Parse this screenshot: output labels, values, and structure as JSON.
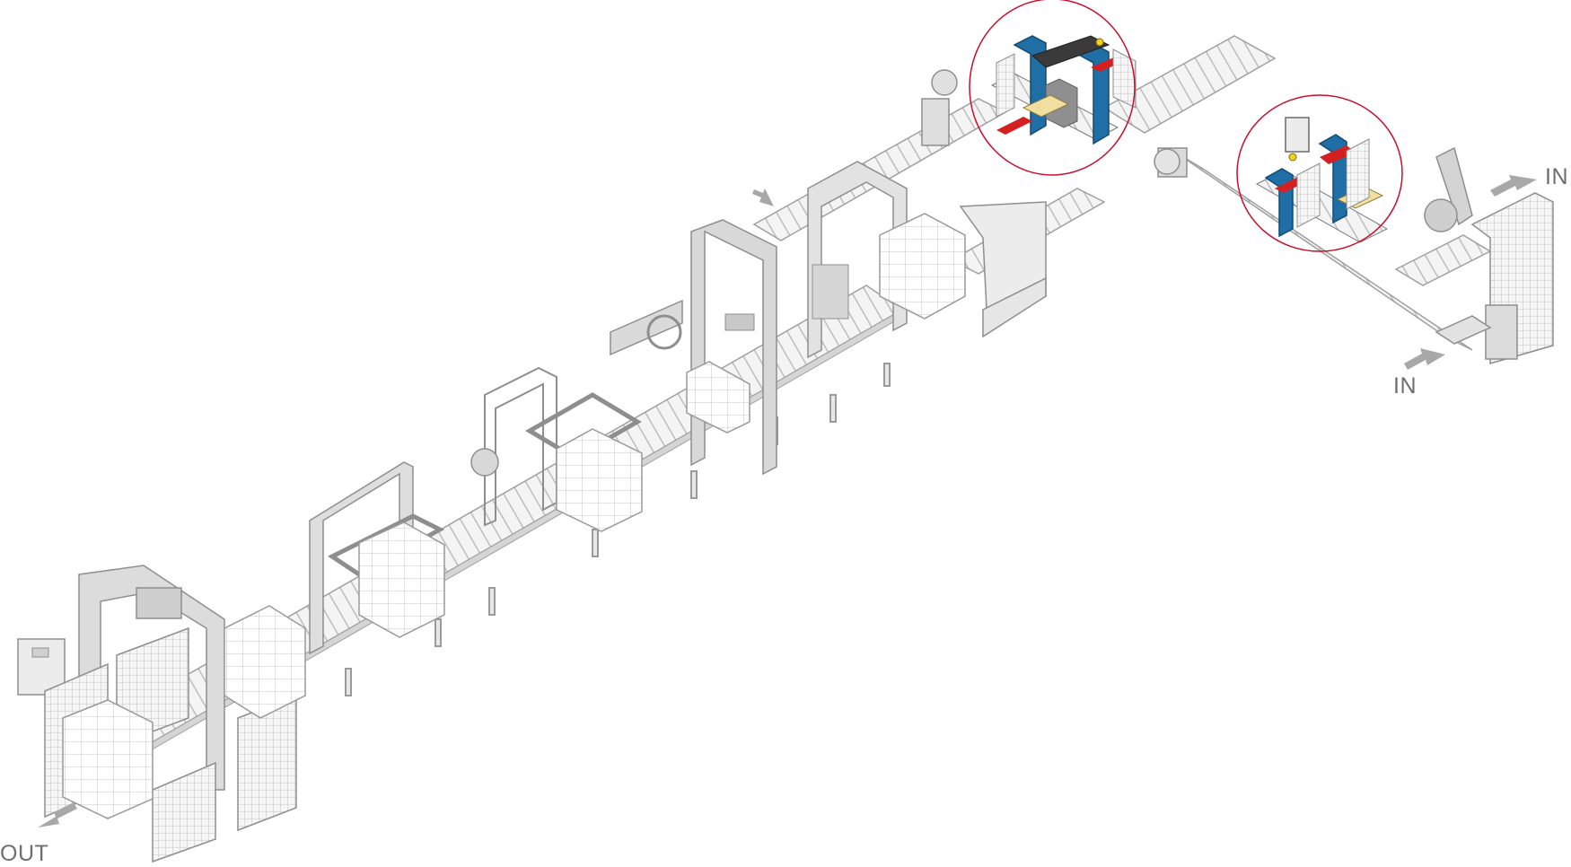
{
  "labels": {
    "in_top": "IN",
    "in_bottom": "IN",
    "out": "OUT"
  },
  "colors": {
    "machine_fill": "#e6e6e6",
    "machine_stroke": "#9a9a9a",
    "roller": "#c8c8c8",
    "pallet_load": "#ffffff",
    "highlight_circle": "#c8102e",
    "accent_blue": "#1f6fa6",
    "accent_red": "#d42020",
    "accent_yellow": "#f2d21b",
    "box_tan": "#f1dfa0",
    "arrow": "#a8a8a8",
    "label_text": "#6e6e6e"
  },
  "icons": {
    "flow_arrow": "arrow-icon",
    "highlight": "circle-highlight"
  }
}
